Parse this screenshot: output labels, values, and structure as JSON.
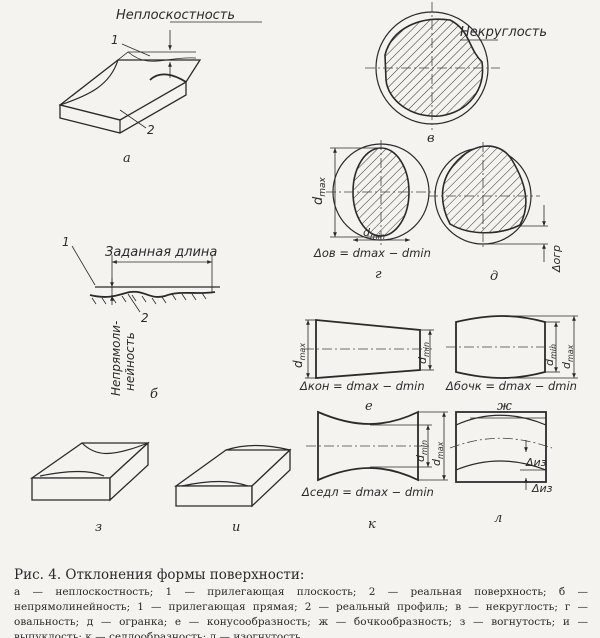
{
  "labels": {
    "nonflatness": "Неплоскостность",
    "out_of_round": "Некруглость",
    "given_length": "Заданная длина",
    "nonstraightness": "Непрямоли-",
    "nonstraightness_2": "нейность",
    "num_1": "1",
    "num_2": "2",
    "d_max": "d",
    "max_sub": "max",
    "d_min": "d",
    "min_sub": "min"
  },
  "formulas": {
    "ov": "Δов = dmax − dmin",
    "ogr": "Δогр",
    "kon": "Δкон = dmax − dmin",
    "boch": "Δбочк = dmax − dmin",
    "sedl": "Δседл = dmax − dmin",
    "iz": "Δиз"
  },
  "figure_letters": {
    "a": "а",
    "b": "б",
    "v": "в",
    "g": "г",
    "d": "д",
    "e": "е",
    "zh": "ж",
    "z": "з",
    "i": "и",
    "k": "к",
    "l": "л"
  },
  "caption": {
    "title": "Рис. 4. Отклонения формы поверхности:",
    "body": "а — неплоскостность; 1 — прилегающая плоскость; 2 — реальная поверхность; б — непрямолинейность; 1 — прилегающая прямая; 2 — реальный профиль; в — некруглость; г — овальность; д — огранка; е — конусообразность; ж — бочкообразность; з — вогнутость; и — выпуклость; к — седлообразность; л — изогнутость"
  }
}
